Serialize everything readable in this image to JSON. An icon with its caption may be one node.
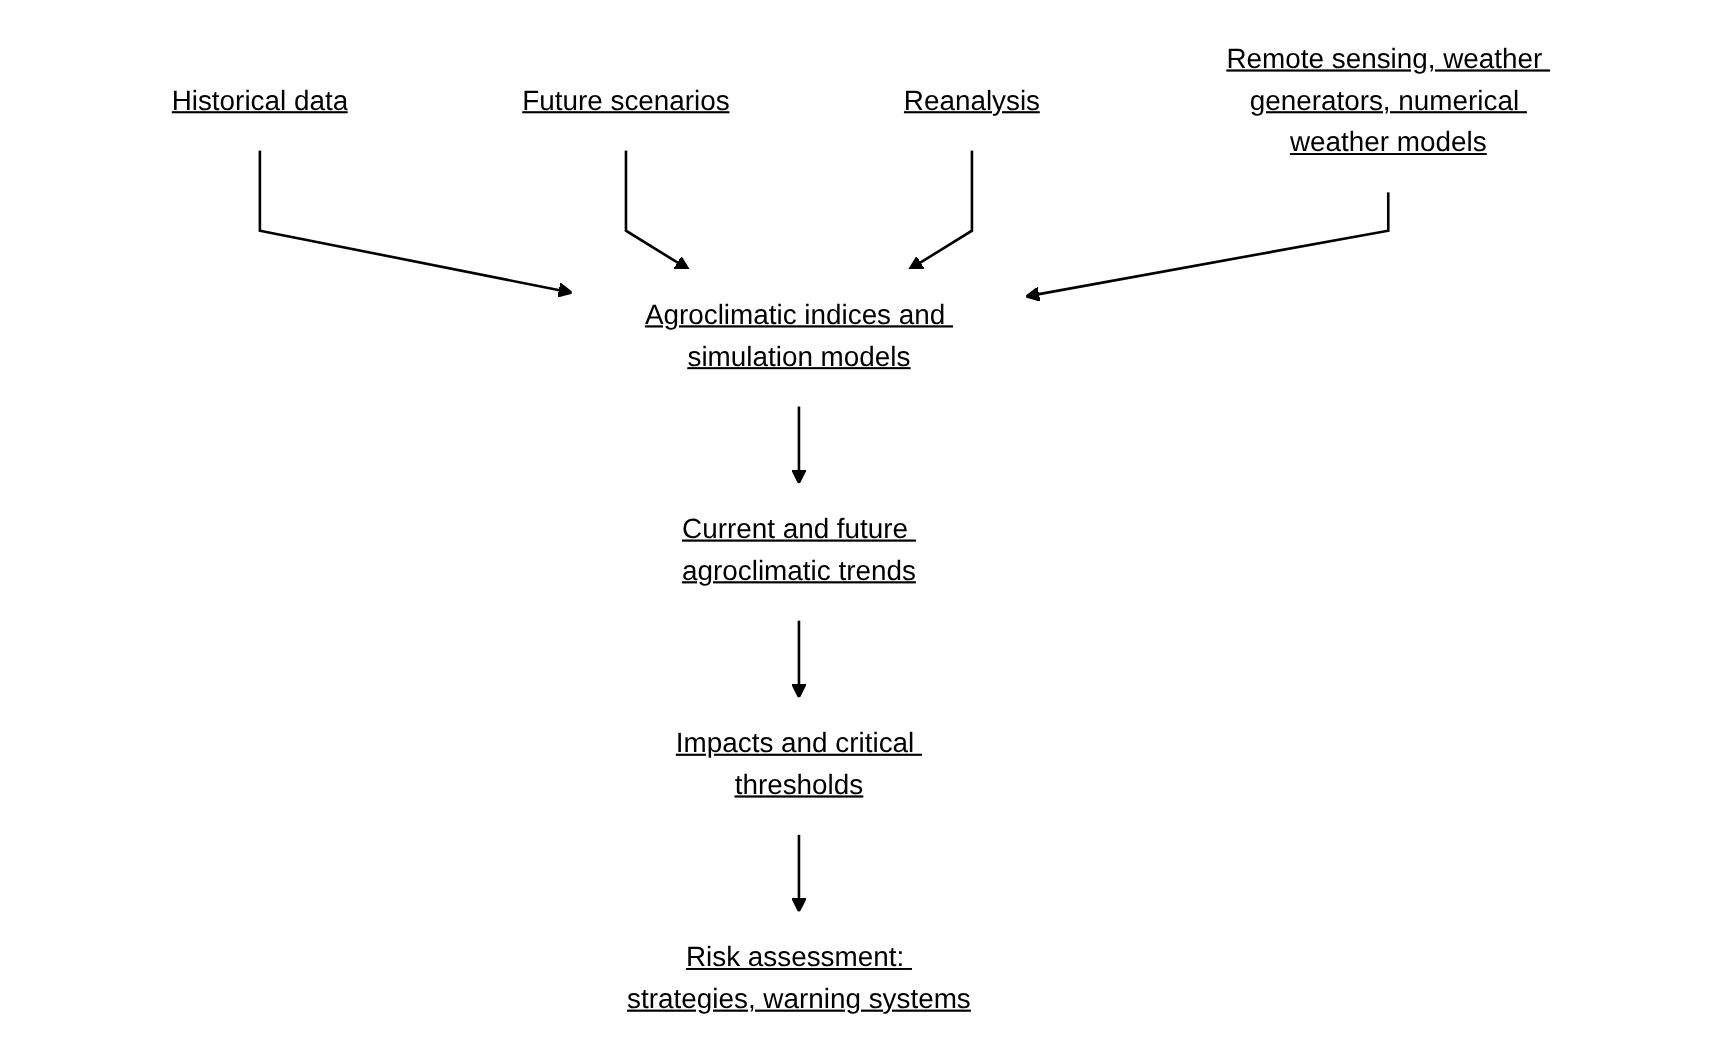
{
  "diagram": {
    "nodes": [
      {
        "text": [
          "Future scenarios"
        ]
      },
      {
        "text": [
          "Reanalysis"
        ]
      },
      {
        "text": [
          "Historical data"
        ]
      },
      {
        "text": [
          "Remote sensing, weather generators, numerical weather models"
        ]
      },
      {
        "text": [
          "Agroclimatic indices and simulation models"
        ]
      },
      {
        "text": [
          "Current and future agroclimatic trends"
        ]
      },
      {
        "text": [
          "Impacts and critical thresholds"
        ]
      },
      {
        "text": [
          "Risk assessment: strategies, warning systems"
        ]
      }
    ],
    "edges": [
      {
        "from": 2,
        "to": 4,
        "arrow": "to"
      },
      {
        "from": 0,
        "to": 4,
        "arrow": "to"
      },
      {
        "from": 1,
        "to": 4,
        "arrow": "to"
      },
      {
        "from": 3,
        "to": 4,
        "arrow": "to"
      },
      {
        "from": 4,
        "to": 5,
        "arrow": "to"
      },
      {
        "from": 5,
        "to": 6,
        "arrow": "to"
      },
      {
        "from": 6,
        "to": 7,
        "arrow": "to"
      }
    ]
  }
}
